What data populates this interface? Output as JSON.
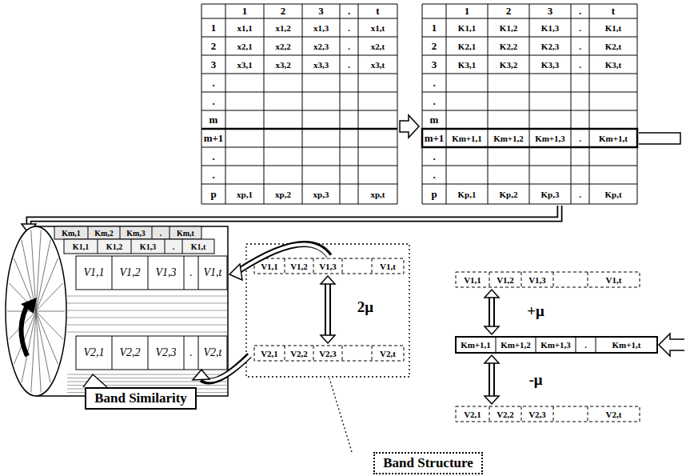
{
  "diagram": {
    "nodes": [
      {
        "text": [
          "Band Similarity"
        ]
      },
      {
        "text": [
          "Band Structure"
        ]
      }
    ],
    "edges": [],
    "labels": [
      "1",
      "2",
      "3",
      ".",
      "t",
      "1",
      "2",
      "3",
      ".",
      ".",
      "m",
      "m+1",
      ".",
      ".",
      "p",
      "x1,1",
      "x1,2",
      "x1,3",
      ".",
      "x1,t",
      "x2,1",
      "x2,2",
      "x2,3",
      ".",
      "x2,t",
      "x3,1",
      "x3,2",
      "x3,3",
      ".",
      "x3,t",
      "xp,1",
      "xp,2",
      "xp,3",
      "xp,t",
      "1",
      "2",
      "3",
      ".",
      "t",
      "1",
      "2",
      "3",
      ".",
      ".",
      "m",
      "m+1",
      ".",
      ".",
      "p",
      "K1,1",
      "K1,2",
      "K1,3",
      ".",
      "K1,t",
      "K2,1",
      "K2,2",
      "K2,3",
      ".",
      "K2,t",
      "K3,1",
      "K3,2",
      "K3,3",
      ".",
      "K3,t",
      "Km+1,1",
      "Km+1,2",
      "Km+1,3",
      ".",
      "Km+1,t",
      "Kp,1",
      "Kp,2",
      "Kp,3",
      ".",
      "Kp,t",
      "V1,1",
      "V1,2",
      "V1,3",
      "V1,t",
      "+μ",
      "Km+1,1",
      "Km+1,2",
      "Km+1,3",
      ".",
      "Km+1,t",
      "-μ",
      "V2,1",
      "V2,2",
      "V2,3",
      "V2,t",
      "Km,1",
      "Km,2",
      "Km,3",
      ".",
      "Km,t",
      "K1,1",
      "K1,2",
      "K1,3",
      ".",
      "K1,t",
      "V1,1",
      "V1,2",
      "V1,3",
      ".",
      "V1,t",
      "V2,1",
      "V2,2",
      "V2,3",
      ".",
      "V2,t",
      "V1,1",
      "V1,2",
      "V1,3",
      "V1,t",
      "2μ",
      "V2,1",
      "V2,2",
      "V2,3",
      "V2,t"
    ]
  }
}
